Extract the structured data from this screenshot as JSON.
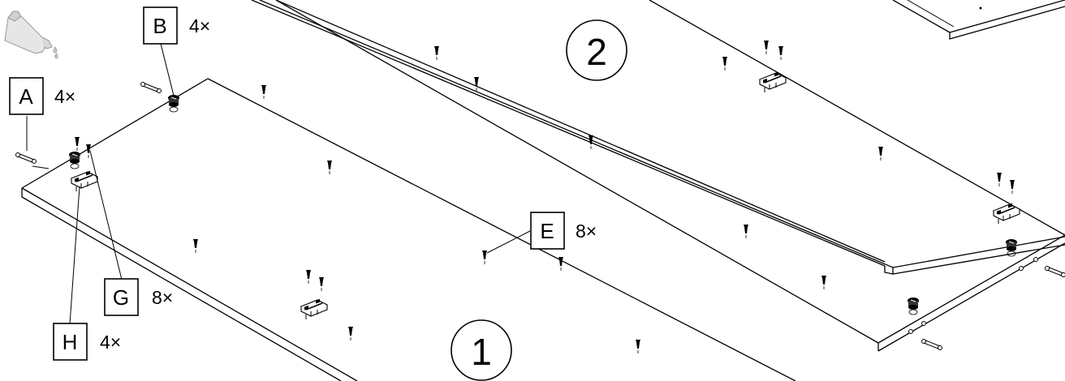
{
  "panels": [
    {
      "id": "panel-1",
      "number": "1"
    },
    {
      "id": "panel-2",
      "number": "2"
    }
  ],
  "callouts": [
    {
      "id": "A",
      "letter": "A",
      "qty": "4×",
      "part": "wooden-dowel"
    },
    {
      "id": "B",
      "letter": "B",
      "qty": "4×",
      "part": "cam-lock"
    },
    {
      "id": "E",
      "letter": "E",
      "qty": "8×",
      "part": "hinge-screw"
    },
    {
      "id": "G",
      "letter": "G",
      "qty": "8×",
      "part": "cam-bolt"
    },
    {
      "id": "H",
      "letter": "H",
      "qty": "4×",
      "part": "hinge-plate"
    }
  ],
  "icons": [
    "glue-tube-icon"
  ]
}
